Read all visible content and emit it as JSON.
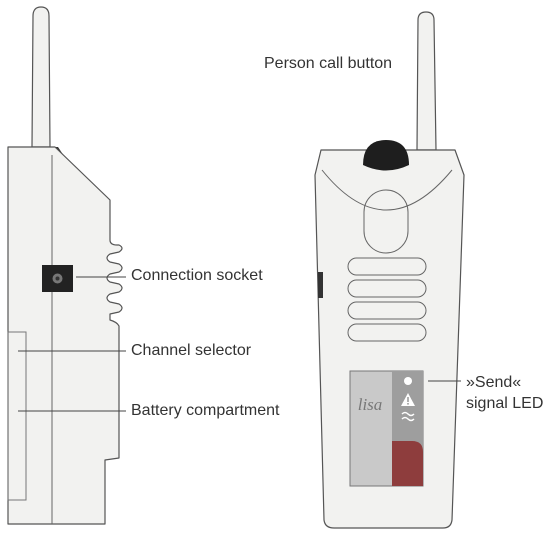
{
  "labels": {
    "person_call_button": "Person call button",
    "connection_socket": "Connection socket",
    "channel_selector": "Channel selector",
    "battery_compartment": "Battery compartment",
    "send_signal_led_line1": "»Send«",
    "send_signal_led_line2": "signal LED"
  },
  "device": {
    "brand_logo": "lisa"
  },
  "colors": {
    "body_fill": "#f2f2f0",
    "outline": "#555555",
    "call_button": "#1e1e1e",
    "label_gray": "#9e9e9e",
    "label_red": "#8e3d3d",
    "label_light": "#c9c9c9"
  },
  "icons": [
    "warning-icon",
    "wave-icon",
    "led-indicator"
  ]
}
